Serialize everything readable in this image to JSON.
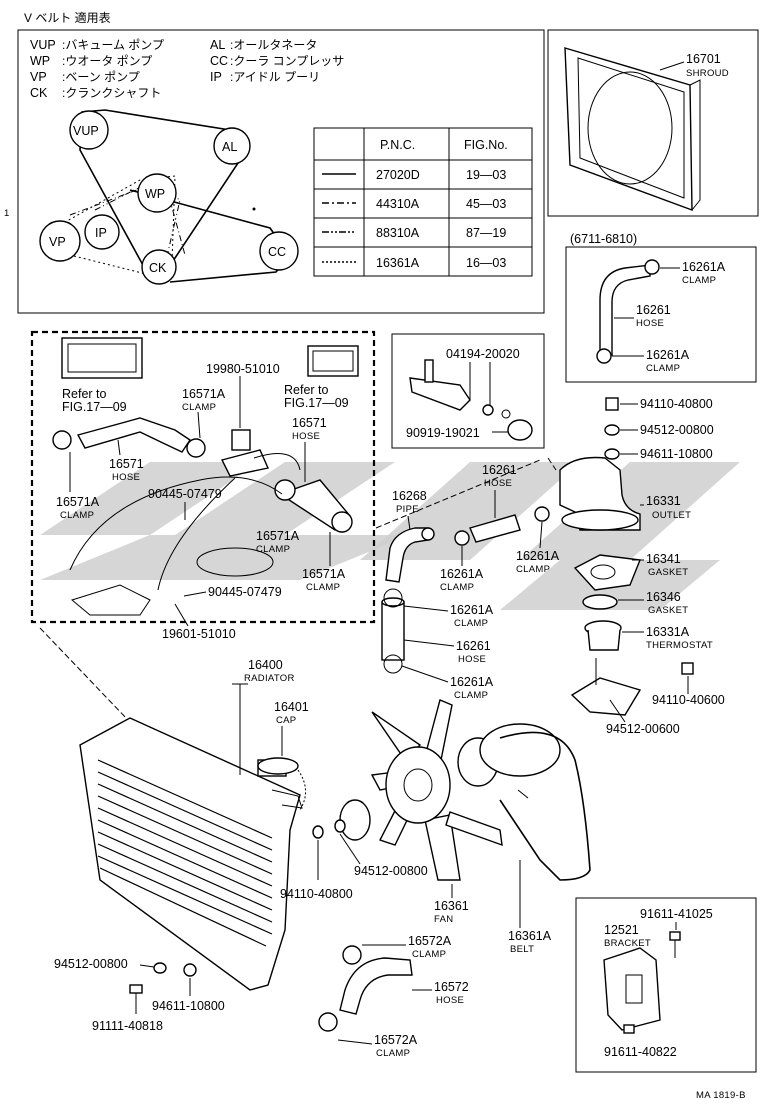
{
  "legend": {
    "title": "V ベルト 適用表",
    "items": [
      {
        "code": "VUP",
        "desc": ":バキューム ポンプ"
      },
      {
        "code": "WP",
        "desc": ":ウオータ ポンプ"
      },
      {
        "code": "VP",
        "desc": ":ベーン ポンプ"
      },
      {
        "code": "CK",
        "desc": ":クランクシャフト"
      },
      {
        "code": "AL",
        "desc": ":オールタネータ"
      },
      {
        "code": "CC",
        "desc": ":クーラ コンプレッサ"
      },
      {
        "code": "IP",
        "desc": ":アイドル プーリ"
      }
    ],
    "pulleys": [
      "VUP",
      "AL",
      "WP",
      "IP",
      "VP",
      "CK",
      "CC"
    ],
    "margin_mark": "1"
  },
  "belt_table": {
    "headers": [
      "P.N.C.",
      "FIG.No."
    ],
    "rows": [
      {
        "line": "solid",
        "pnc": "27020D",
        "fig": "19—03"
      },
      {
        "line": "dash-dot",
        "pnc": "44310A",
        "fig": "45—03"
      },
      {
        "line": "dash-dot-dot",
        "pnc": "88310A",
        "fig": "87—19"
      },
      {
        "line": "dotted",
        "pnc": "16361A",
        "fig": "16—03"
      }
    ]
  },
  "labels": {
    "shroud_pn": "16701",
    "shroud_nm": "SHROUD",
    "range": "(6711-6810)",
    "clamp_a1_pn": "16261A",
    "clamp_nm": "CLAMP",
    "hose_b_pn": "16261",
    "hose_nm": "HOSE",
    "clamp_a2_pn": "16261A",
    "valve_pn": "04194-20020",
    "cap_pn": "90919-19021",
    "nut1_pn": "94110-40800",
    "washer1_pn": "94512-00800",
    "washer2_pn": "94611-10800",
    "hose_c_pn": "16261",
    "outlet_pn": "16331",
    "outlet_nm": "OUTLET",
    "pipe_pn": "16268",
    "pipe_nm": "PIPE",
    "clamp_c1_pn": "16261A",
    "clamp_c2_pn": "16261A",
    "clamp_c3_pn": "16261A",
    "gasket1_pn": "16341",
    "gasket_nm": "GASKET",
    "gasket2_pn": "16346",
    "hose_d_pn": "16261",
    "clamp_c4_pn": "16261A",
    "thermo_pn": "16331A",
    "thermo_nm": "THERMOSTAT",
    "nut2_pn": "94110-40600",
    "washer3_pn": "94512-00600",
    "refer1": "Refer  to",
    "refer1b": "FIG.17—09",
    "refer2": "Refer  to",
    "refer2b": "FIG.17—09",
    "clamp_h1_pn": "16571A",
    "tank_pn": "19980-51010",
    "hose_h_pn": "16571",
    "hose_h2_pn": "16571",
    "clamp_h2_pn": "16571A",
    "tube1_pn": "90445-07479",
    "clamp_h3_pn": "16571A",
    "clamp_h4_pn": "16571A",
    "tube2_pn": "90445-07479",
    "tube3_pn": "19601-51010",
    "radiator_pn": "16400",
    "radiator_nm": "RADIATOR",
    "cap_b_pn": "16401",
    "cap_nm": "CAP",
    "washer4_pn": "94512-00800",
    "nut3_pn": "94110-40800",
    "fan_pn": "16361",
    "fan_nm": "FAN",
    "belt_pn": "16361A",
    "belt_nm": "BELT",
    "washer5_pn": "94512-00800",
    "washer6_pn": "94611-10800",
    "bolt1_pn": "91111-40818",
    "clamp_l1_pn": "16572A",
    "hose_l_pn": "16572",
    "clamp_l2_pn": "16572A",
    "bolt2_pn": "91611-41025",
    "bracket_pn": "12521",
    "bracket_nm": "BRACKET",
    "bolt3_pn": "91611-40822",
    "code": "MA 1819-B"
  }
}
